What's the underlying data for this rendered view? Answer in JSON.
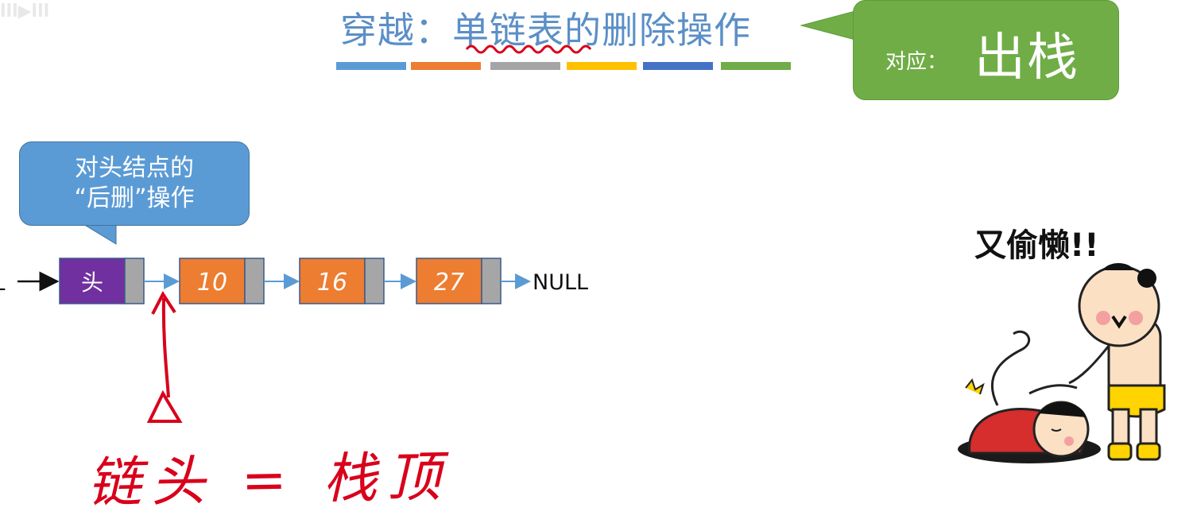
{
  "title": {
    "text": "穿越：单链表的删除操作",
    "bar_colors": [
      "#5b9bd5",
      "#ed7d31",
      "#a5a5a5",
      "#ffc000",
      "#4472c4",
      "#70ad47"
    ]
  },
  "green_callout": {
    "small_text": "对应：",
    "big_text": "出栈"
  },
  "blue_callout": {
    "line1": "对头结点的",
    "line2": "“后删”操作"
  },
  "list": {
    "nodes": [
      {
        "label": "头",
        "color": "#7030a0"
      },
      {
        "label": "10",
        "color": "#ed7d31"
      },
      {
        "label": "16",
        "color": "#ed7d31"
      },
      {
        "label": "27",
        "color": "#ed7d31"
      }
    ],
    "pointer_color": "#a6a6a6",
    "arrow_color": "#5b9bd5",
    "null_label": "NULL",
    "left_cut_label": "L"
  },
  "handwriting": {
    "text": "链头 = 栈顶",
    "color": "#d9001b"
  },
  "cartoon": {
    "caption": "又偷懒!!"
  },
  "watermark": {
    "text": "lll▶lll"
  }
}
